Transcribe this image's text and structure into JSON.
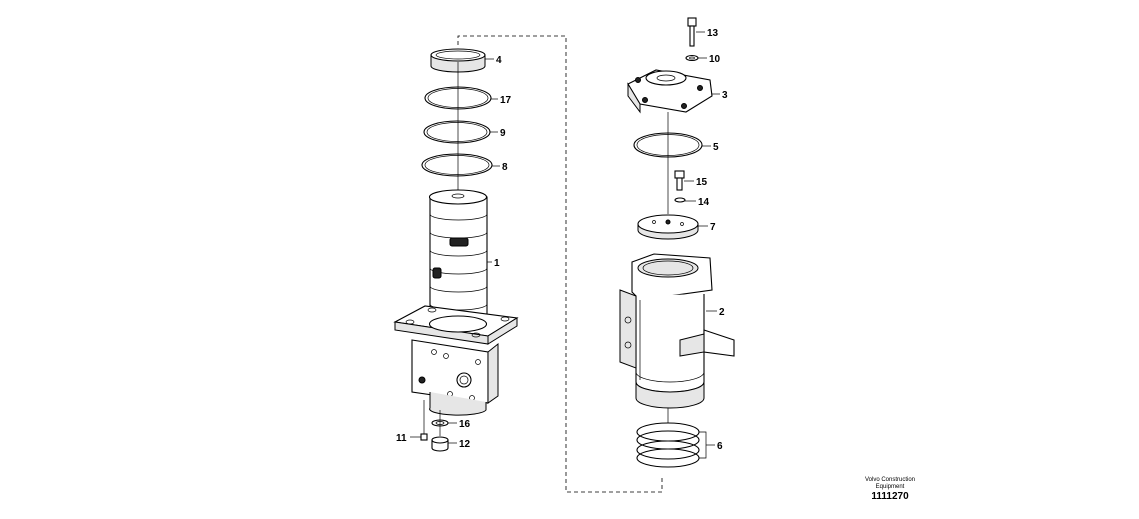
{
  "callouts": {
    "c1": "1",
    "c2": "2",
    "c3": "3",
    "c4": "4",
    "c5": "5",
    "c6": "6",
    "c7": "7",
    "c8": "8",
    "c9": "9",
    "c10": "10",
    "c11": "11",
    "c12": "12",
    "c13": "13",
    "c14": "14",
    "c15": "15",
    "c16": "16",
    "c17": "17"
  },
  "brand": {
    "line1": "Volvo Construction",
    "line2": "Equipment"
  },
  "reference_number": "1111270"
}
